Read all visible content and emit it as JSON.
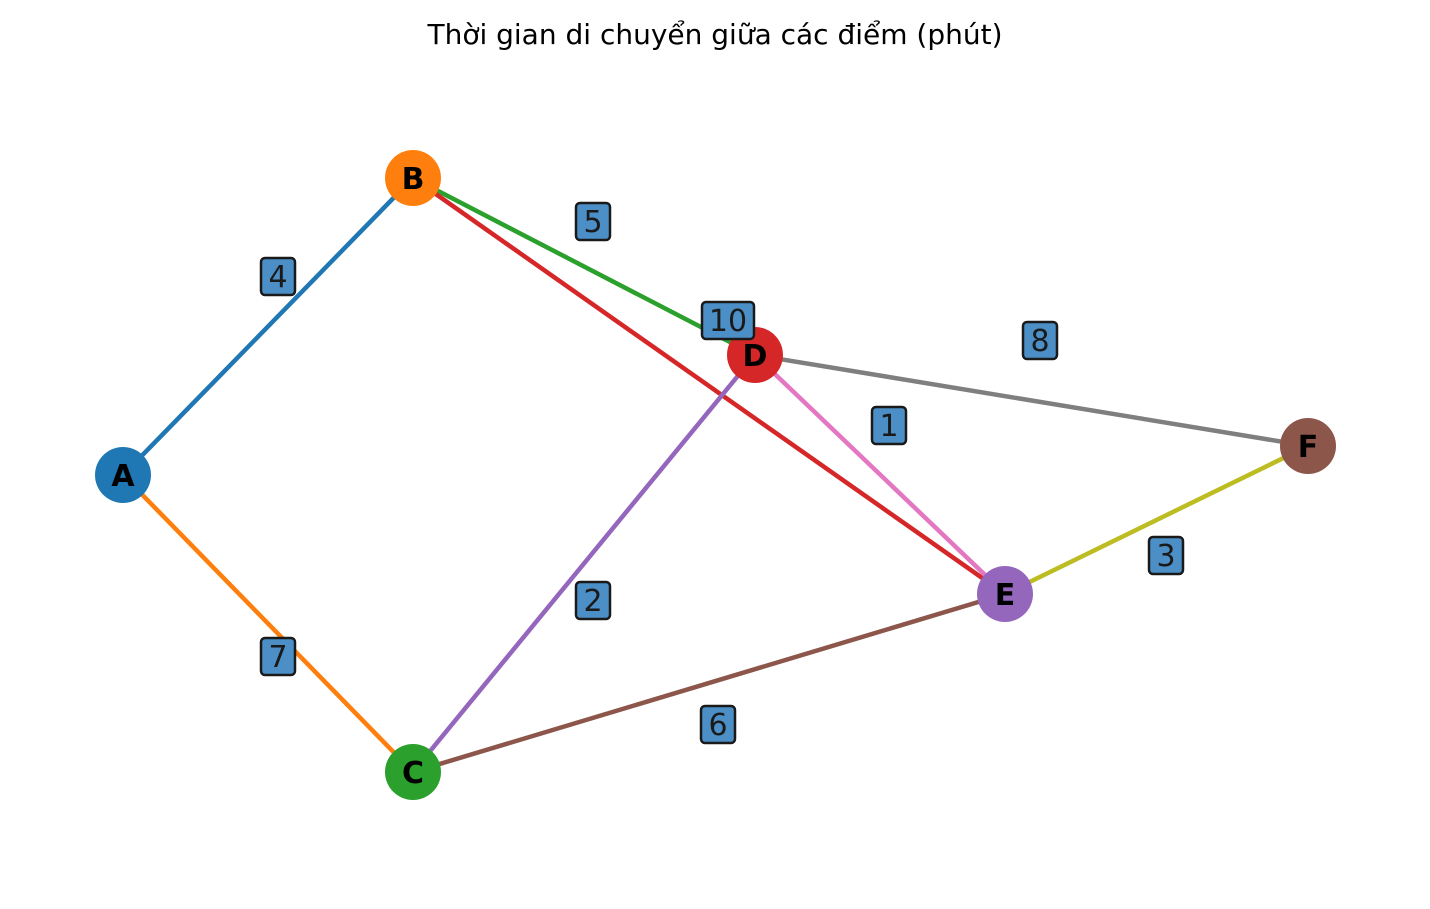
{
  "title": "Thời gian di chuyển giữa các điểm (phút)",
  "nodes": [
    {
      "id": "A",
      "label": "A",
      "color": "#1f77b4"
    },
    {
      "id": "B",
      "label": "B",
      "color": "#ff7f0e"
    },
    {
      "id": "C",
      "label": "C",
      "color": "#2ca02c"
    },
    {
      "id": "D",
      "label": "D",
      "color": "#d62728"
    },
    {
      "id": "E",
      "label": "E",
      "color": "#9467bd"
    },
    {
      "id": "F",
      "label": "F",
      "color": "#8c564b"
    }
  ],
  "edges": [
    {
      "from": "A",
      "to": "B",
      "weight": "4",
      "color": "#1f77b4"
    },
    {
      "from": "A",
      "to": "C",
      "weight": "7",
      "color": "#ff7f0e"
    },
    {
      "from": "B",
      "to": "D",
      "weight": "5",
      "color": "#2ca02c"
    },
    {
      "from": "B",
      "to": "E",
      "weight": "10",
      "color": "#d62728"
    },
    {
      "from": "C",
      "to": "D",
      "weight": "2",
      "color": "#9467bd"
    },
    {
      "from": "C",
      "to": "E",
      "weight": "6",
      "color": "#8c564b"
    },
    {
      "from": "D",
      "to": "E",
      "weight": "1",
      "color": "#e377c2"
    },
    {
      "from": "D",
      "to": "F",
      "weight": "8",
      "color": "#7f7f7f"
    },
    {
      "from": "E",
      "to": "F",
      "weight": "3",
      "color": "#bcbd22"
    }
  ]
}
